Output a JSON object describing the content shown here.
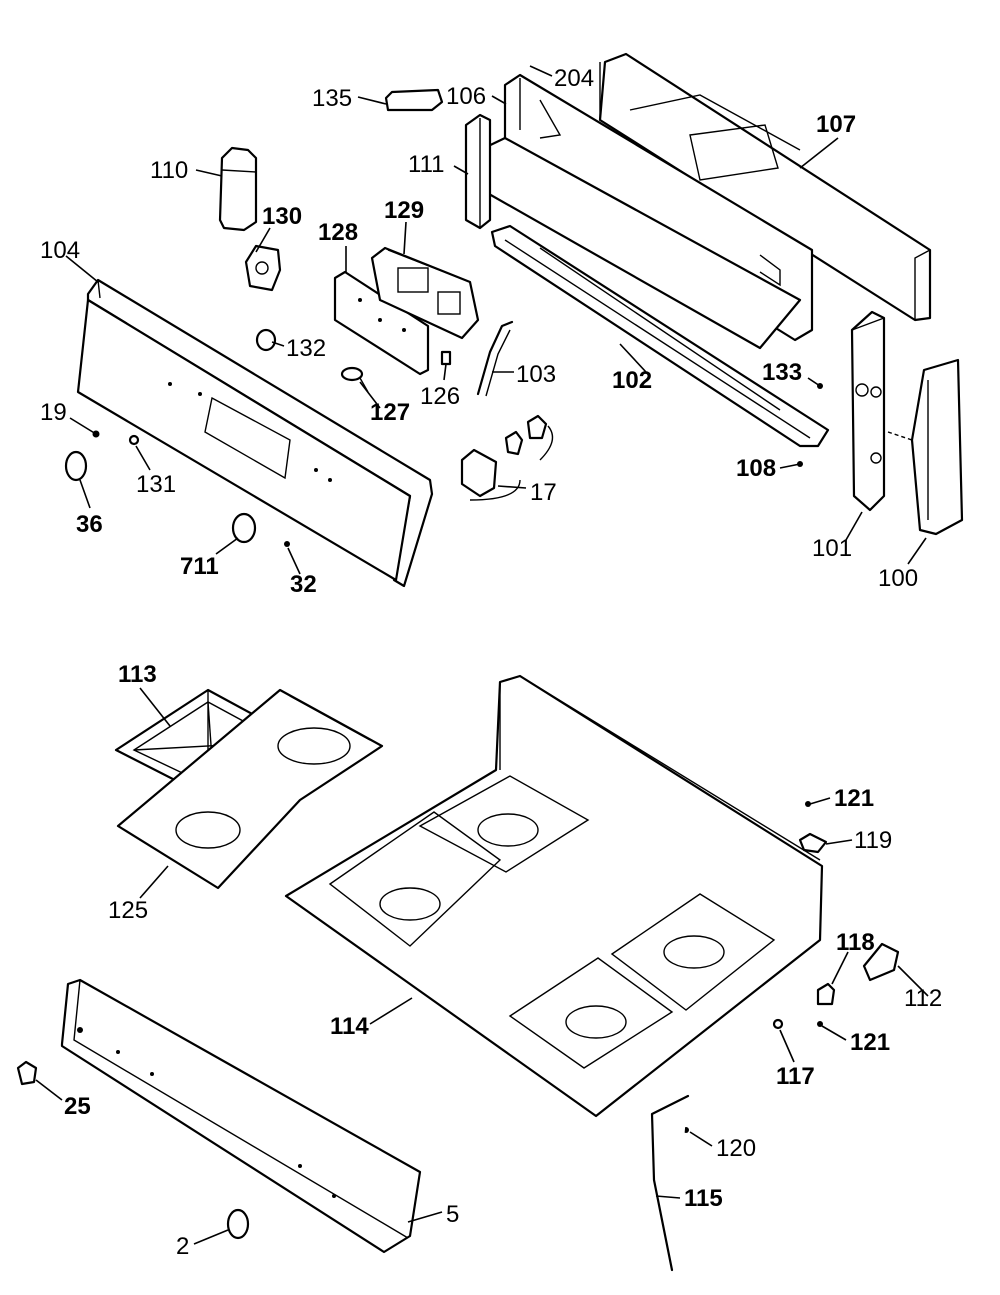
{
  "diagram": {
    "labels": {
      "l135": "135",
      "l106": "106",
      "l204": "204",
      "l107": "107",
      "l110": "110",
      "l111": "111",
      "l130": "130",
      "l129": "129",
      "l128": "128",
      "l104": "104",
      "l132": "132",
      "l103": "103",
      "l102": "102",
      "l133": "133",
      "l126": "126",
      "l127": "127",
      "l19": "19",
      "l131": "131",
      "l36": "36",
      "l17": "17",
      "l108": "108",
      "l101": "101",
      "l100": "100",
      "l711": "711",
      "l32": "32",
      "l113": "113",
      "l121a": "121",
      "l119": "119",
      "l125": "125",
      "l118": "118",
      "l112": "112",
      "l114": "114",
      "l121b": "121",
      "l117": "117",
      "l25": "25",
      "l120": "120",
      "l115": "115",
      "l5": "5",
      "l2": "2"
    }
  }
}
